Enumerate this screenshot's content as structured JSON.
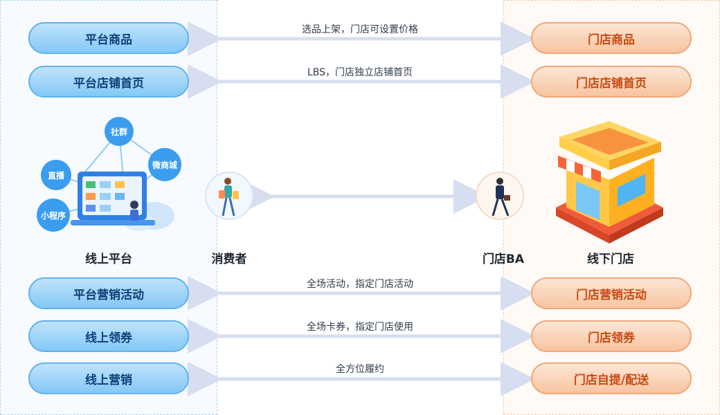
{
  "left_pills": [
    "平台商品",
    "平台店铺首页",
    "平台营销活动",
    "线上领券",
    "线上营销"
  ],
  "right_pills": [
    "门店商品",
    "门店店铺首页",
    "门店营销活动",
    "门店领券",
    "门店自提/配送"
  ],
  "arrow_labels": [
    "选品上架，门店可设置价格",
    "LBS，门店独立店铺首页",
    "全场活动，指定门店活动",
    "全场卡券，指定门店使用",
    "全方位履约"
  ],
  "captions": {
    "online_platform": "线上平台",
    "consumer": "消费者",
    "store_ba": "门店BA",
    "offline_store": "线下门店"
  },
  "bubbles": [
    "社群",
    "直播",
    "微商城",
    "小程序"
  ],
  "colors": {
    "blue_border": "#5fb3ee",
    "orange_border": "#f0a878",
    "arrow": "#d7def0"
  }
}
